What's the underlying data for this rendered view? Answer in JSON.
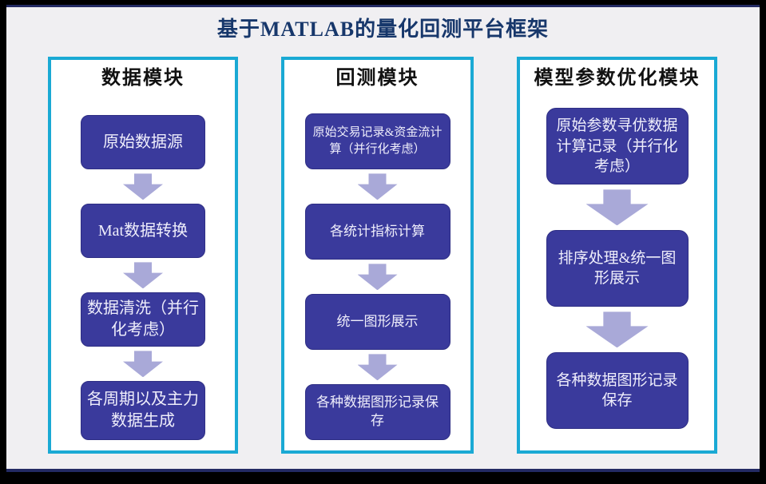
{
  "title": "基于MATLAB的量化回测平台框架",
  "modules": [
    {
      "header": "数据模块",
      "steps": [
        "原始数据源",
        "Mat数据转换",
        "数据清洗（并行化考虑）",
        "各周期以及主力数据生成"
      ]
    },
    {
      "header": "回测模块",
      "steps": [
        "原始交易记录&资金流计算（并行化考虑）",
        "各统计指标计算",
        "统一图形展示",
        "各种数据图形记录保存"
      ]
    },
    {
      "header": "模型参数优化模块",
      "steps": [
        "原始参数寻优数据计算记录（并行化考虑）",
        "排序处理&统一图形展示",
        "各种数据图形记录保存"
      ]
    }
  ],
  "colors": {
    "frame": "#000000",
    "accent_line": "#232a63",
    "page_bg": "#f0eff2",
    "panel_bg": "#ffffff",
    "panel_border": "#1aa9d4",
    "box_fill": "#3a3a9c",
    "box_text": "#efeefb",
    "arrow": "#a9a9d8",
    "title_text": "#17376b",
    "header_text": "#111111"
  }
}
